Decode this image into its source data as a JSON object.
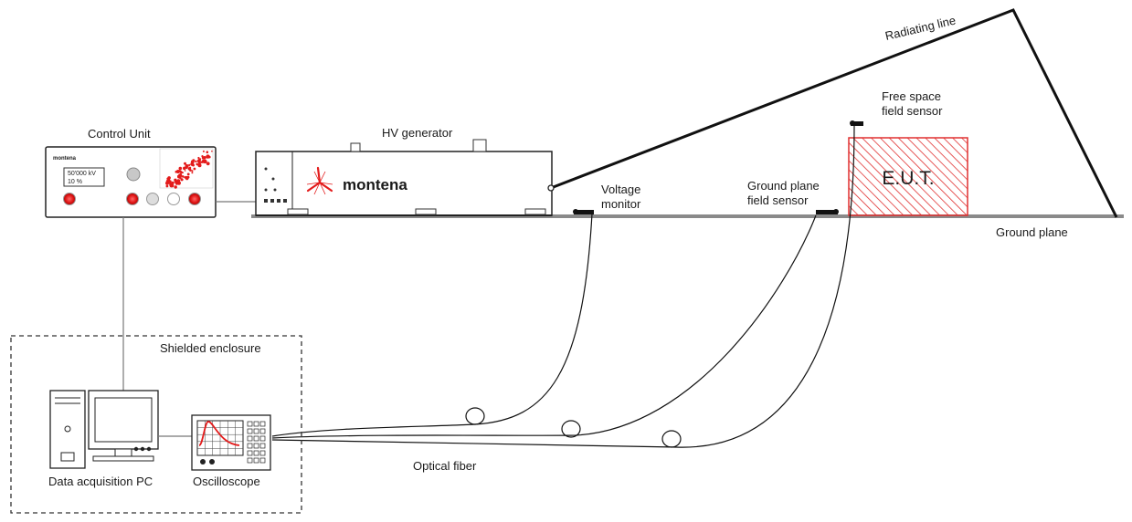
{
  "labels": {
    "control_unit": "Control Unit",
    "hv_generator": "HV generator",
    "radiating_line": "Radiating line",
    "free_space_sensor_1": "Free space",
    "free_space_sensor_2": "field sensor",
    "eut": "E.U.T.",
    "ground_plane_sensor_1": "Ground plane",
    "ground_plane_sensor_2": "field sensor",
    "voltage_monitor_1": "Voltage",
    "voltage_monitor_2": "monitor",
    "ground_plane": "Ground plane",
    "shielded_enclosure": "Shielded enclosure",
    "data_acquisition_pc": "Data acquisition PC",
    "oscilloscope": "Oscilloscope",
    "optical_fiber": "Optical fiber"
  },
  "control_unit_panel": {
    "brand": "montena",
    "display_line_1": "50'000 kV",
    "display_line_2": "10 %"
  },
  "generator": {
    "brand": "montena"
  },
  "colors": {
    "line": "#111111",
    "ground": "#8a8a8a",
    "accent_red": "#e31b1b",
    "eut_hatch": "#e03030"
  }
}
